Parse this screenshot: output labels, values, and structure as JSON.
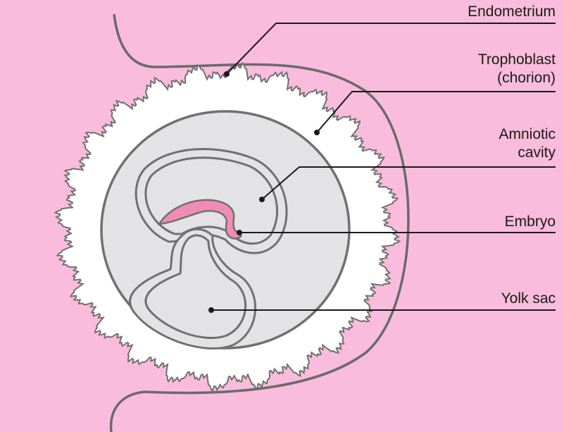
{
  "colors": {
    "background": "#f9bcdc",
    "endometrium_line": "#6a6a6a",
    "trophoblast": "#ffffff",
    "chorionic_cavity": "#e3e3e5",
    "membrane_outline": "#707070",
    "embryo": "#f08cb4",
    "leader_line": "#1a1a1a"
  },
  "labels": {
    "endometrium": "Endometrium",
    "trophoblast_line1": "Trophoblast",
    "trophoblast_line2": "(chorion)",
    "amniotic_line1": "Amniotic",
    "amniotic_line2": "cavity",
    "embryo": "Embryo",
    "yolk_sac": "Yolk sac"
  }
}
